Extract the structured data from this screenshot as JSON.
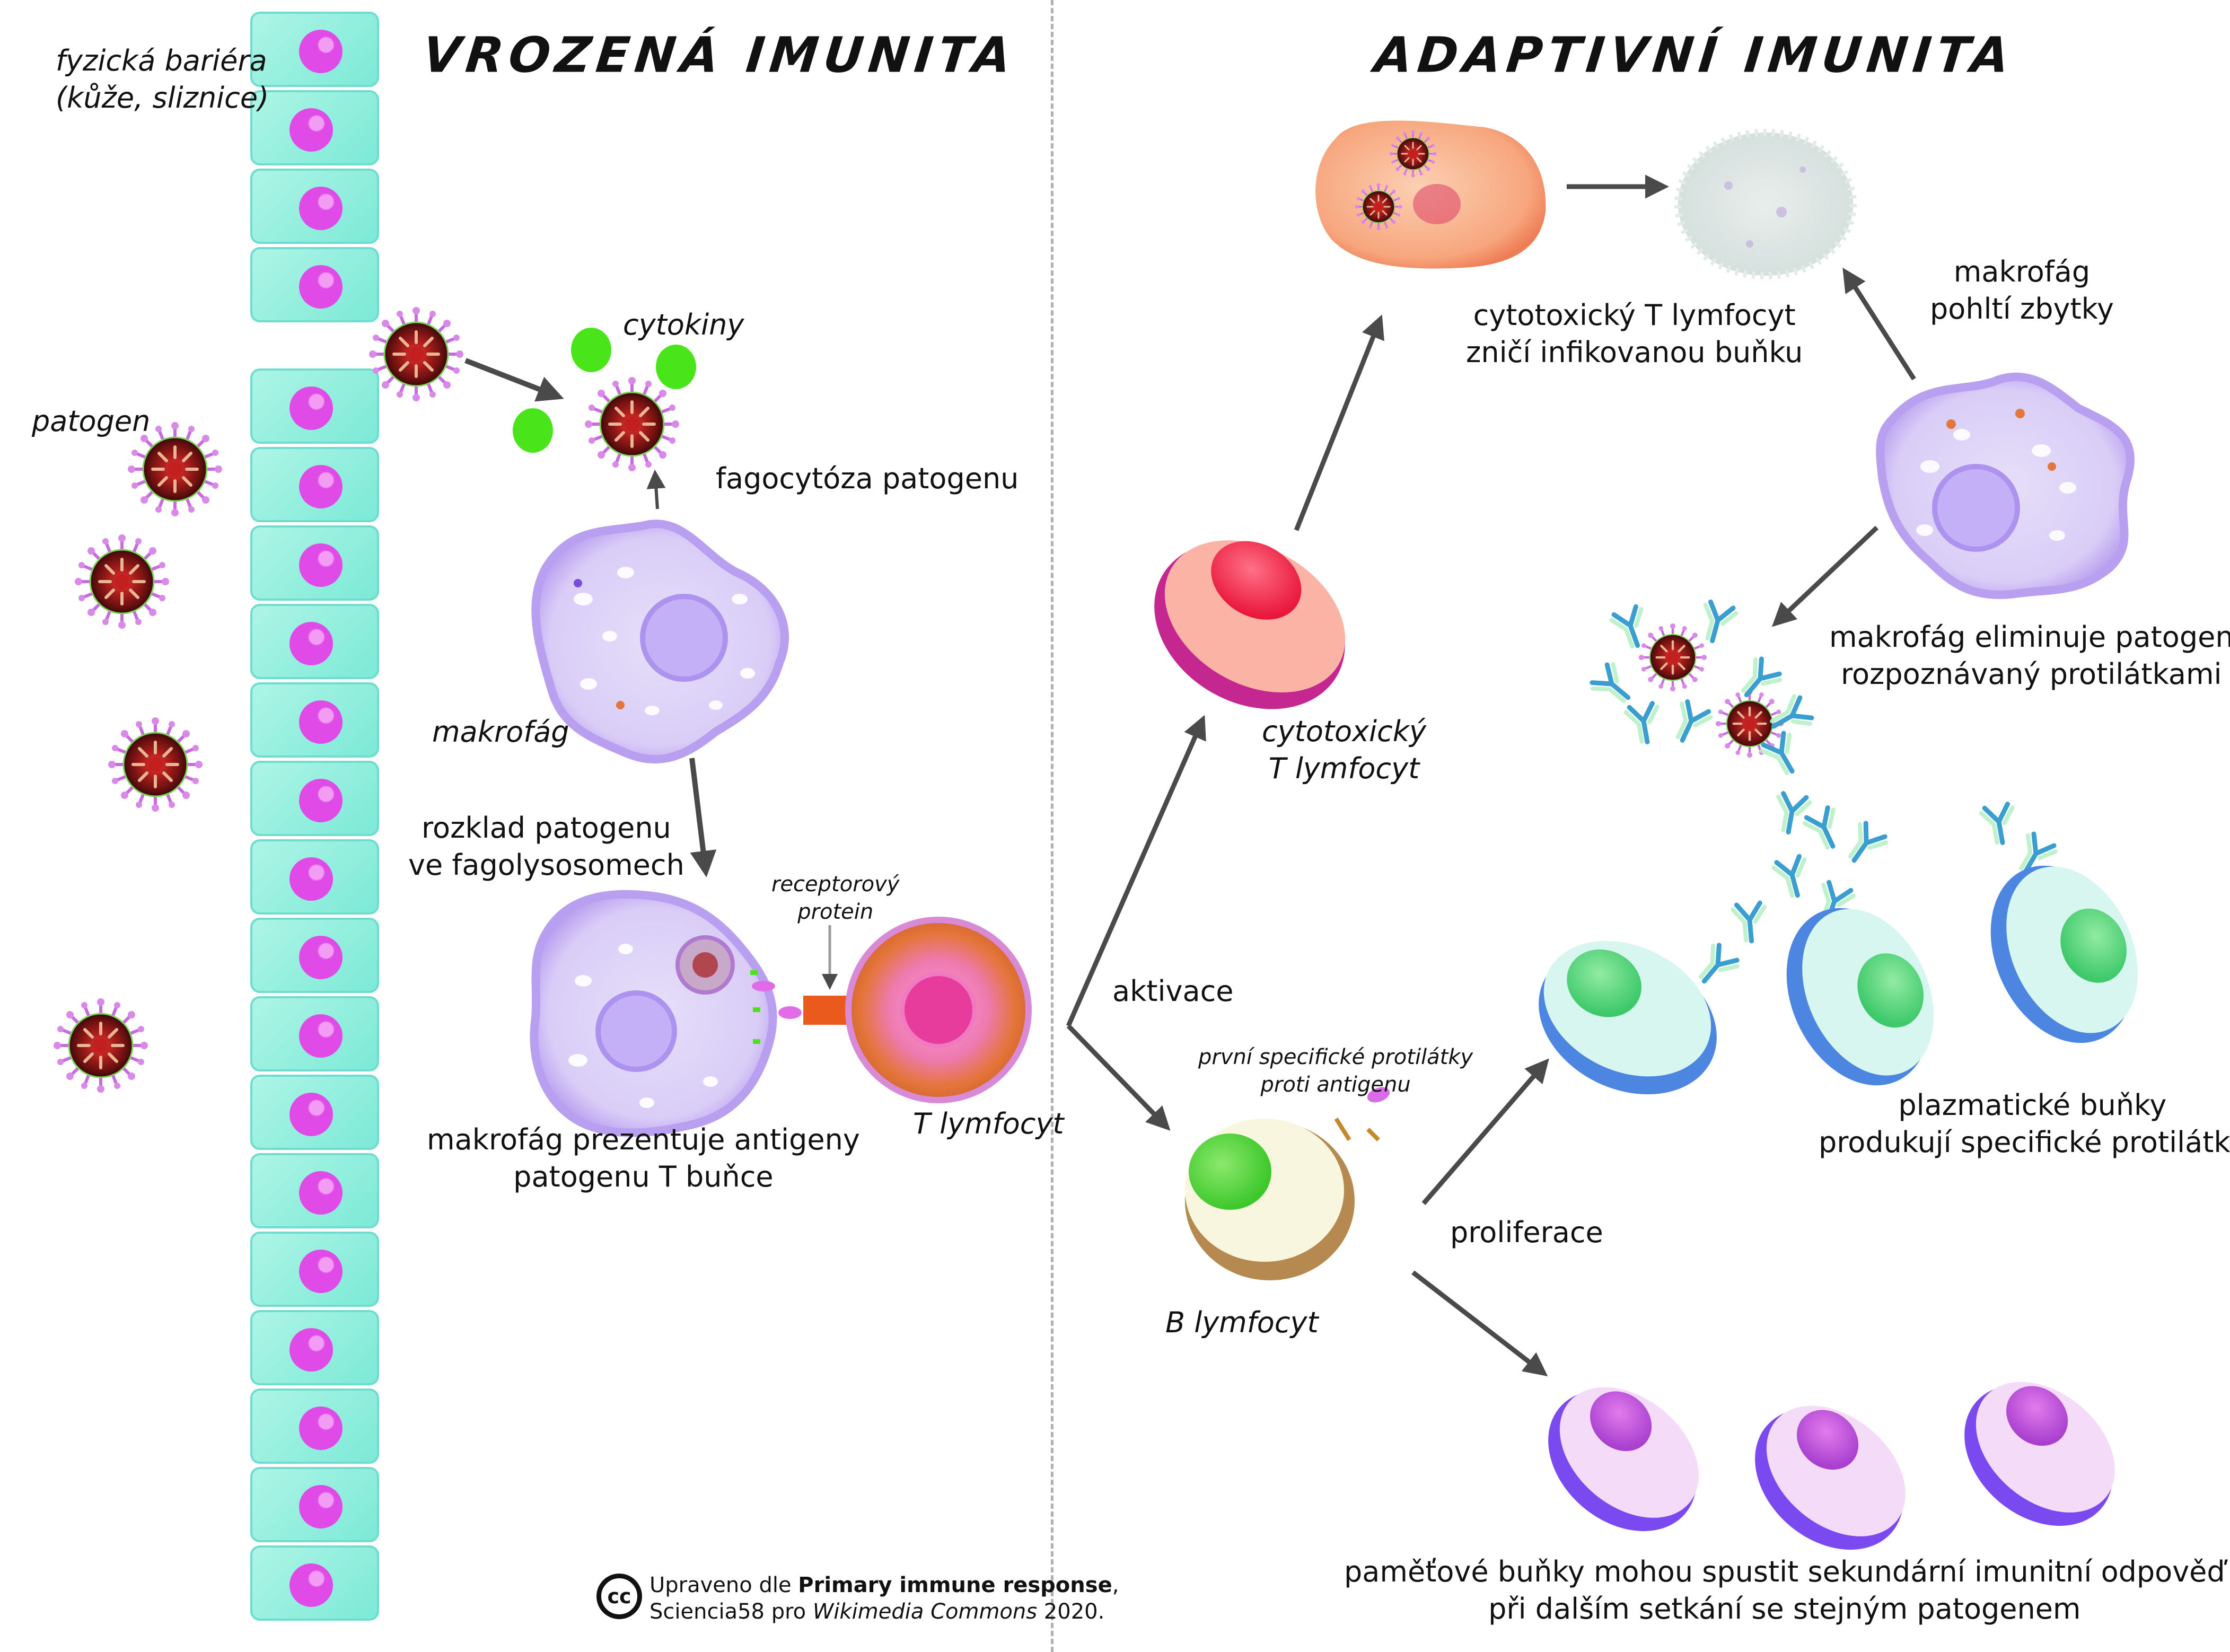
{
  "titles": {
    "innate": "VROZENÁ IMUNITA",
    "adaptive": "ADAPTIVNÍ IMUNITA"
  },
  "innate": {
    "barrier_label_1": "fyzická bariéra",
    "barrier_label_2": "(kůže, sliznice)",
    "pathogen_label": "patogen",
    "cytokines_label": "cytokiny",
    "phagocytosis_label": "fagocytóza patogenu",
    "macrophage_label": "makrofág",
    "degradation_label_1": "rozklad patogenu",
    "degradation_label_2": "ve fagolysosomech",
    "receptor_label_1": "receptorový",
    "receptor_label_2": "protein",
    "presentation_label_1": "makrofág prezentuje antigeny",
    "presentation_label_2": "patogenu T buňce",
    "t_cell_label": "T lymfocyt"
  },
  "adaptive": {
    "activation_label": "aktivace",
    "cytotoxic_label_1": "cytotoxický",
    "cytotoxic_label_2": "T lymfocyt",
    "kill_label_1": "cytotoxický T lymfocyt",
    "kill_label_2": "zničí infikovanou buňku",
    "cleanup_label_1": "makrofág",
    "cleanup_label_2": "pohltí zbytky",
    "eliminate_label_1": "makrofág eliminuje patogen",
    "eliminate_label_2": "rozpoznávaný protilátkami",
    "first_antibodies_label_1": "první specifické protilátky",
    "first_antibodies_label_2": "proti antigenu",
    "b_cell_label": "B lymfocyt",
    "proliferation_label": "proliferace",
    "plasma_label_1": "plazmatické buňky",
    "plasma_label_2": "produkují specifické protilátky",
    "memory_label_1": "paměťové buňky mohou spustit sekundární imunitní odpověď",
    "memory_label_2": "při dalším setkání se stejným patogenem"
  },
  "credit": {
    "icon": "cc-license-icon",
    "icon_text": "cc",
    "line1_prefix": "Upraveno dle ",
    "line1_bold": "Primary immune response",
    "line1_suffix": ",",
    "line2_prefix": "Sciencia58 pro ",
    "line2_italic": "Wikimedia Commons",
    "line2_suffix": " 2020."
  },
  "colors": {
    "epithelium": "#7ce9d6",
    "epithelium_nucleus": "#e04be8",
    "pathogen": "#9b1b1b",
    "pathogen_spikes": "#c86be0",
    "cytokine": "#49e51a",
    "macrophage": "#c9b8f5",
    "macrophage_nucleus": "#b9a2f7",
    "t_cell": "#e8763a",
    "cytotoxic_t_cell": "#f0315c",
    "b_cell_nucleus": "#3cc82a",
    "plasma_cell": "#4c86e0",
    "memory_cell": "#9a44e0",
    "arrow": "#4a4a4a",
    "divider": "#b0b0b0"
  }
}
